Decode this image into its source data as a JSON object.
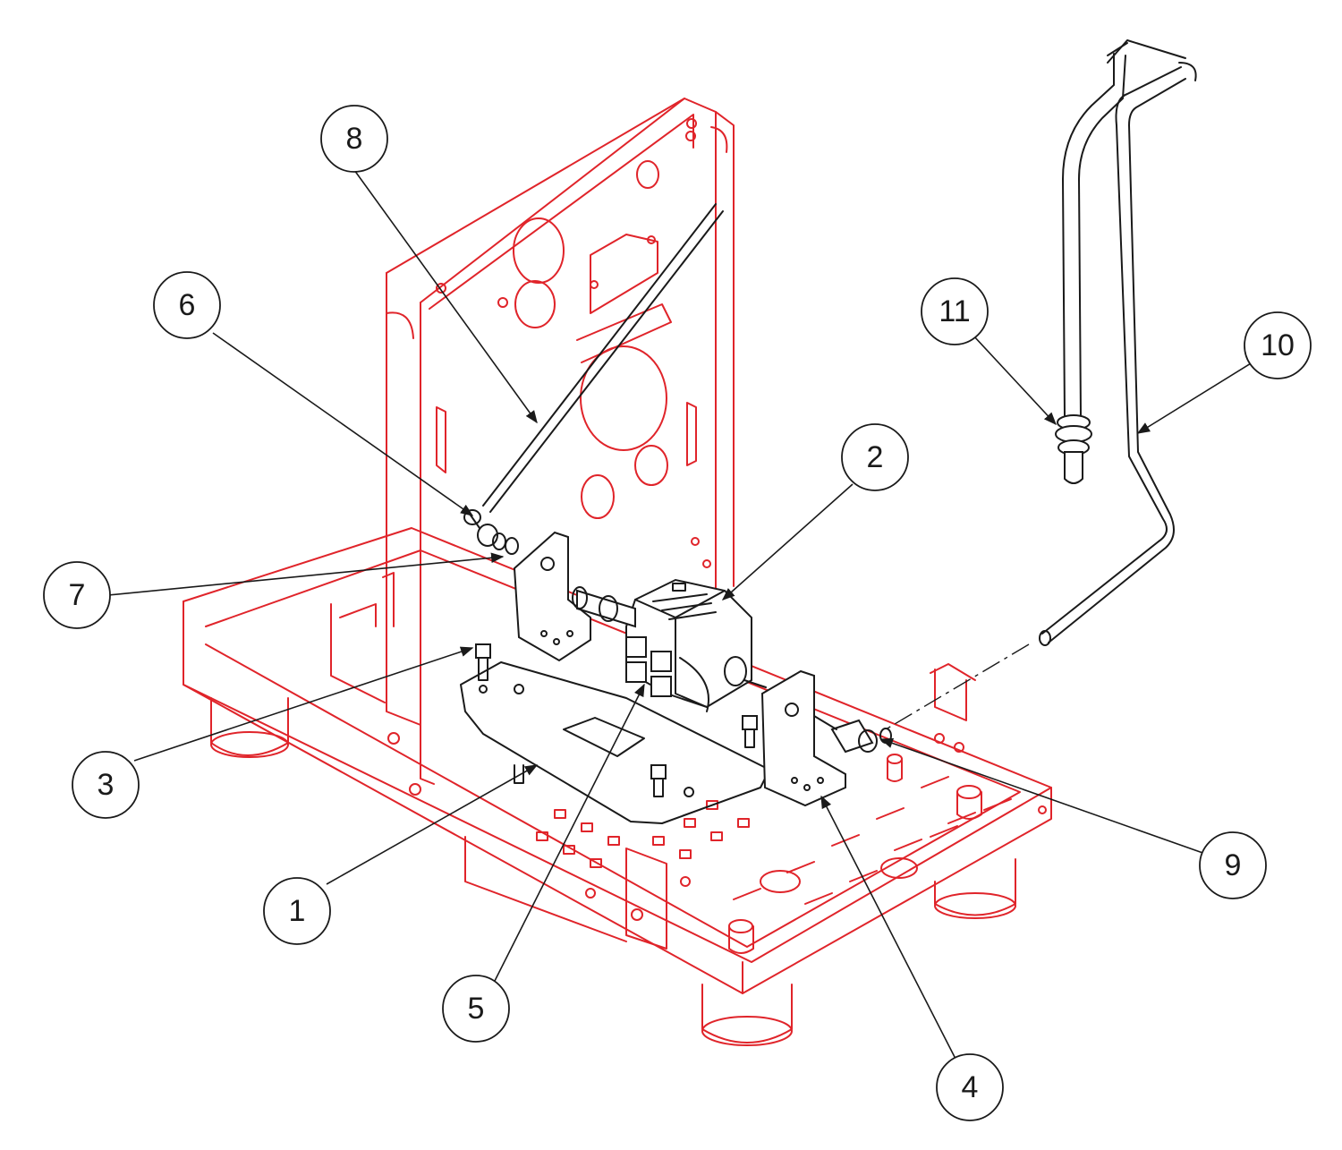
{
  "callouts": [
    {
      "id": "1",
      "label": "1"
    },
    {
      "id": "2",
      "label": "2"
    },
    {
      "id": "3",
      "label": "3"
    },
    {
      "id": "4",
      "label": "4"
    },
    {
      "id": "5",
      "label": "5"
    },
    {
      "id": "6",
      "label": "6"
    },
    {
      "id": "7",
      "label": "7"
    },
    {
      "id": "8",
      "label": "8"
    },
    {
      "id": "9",
      "label": "9"
    },
    {
      "id": "10",
      "label": "10"
    },
    {
      "id": "11",
      "label": "11"
    }
  ],
  "colors": {
    "frame": "#e0242a",
    "parts": "#1a1a1a",
    "background": "#ffffff"
  }
}
